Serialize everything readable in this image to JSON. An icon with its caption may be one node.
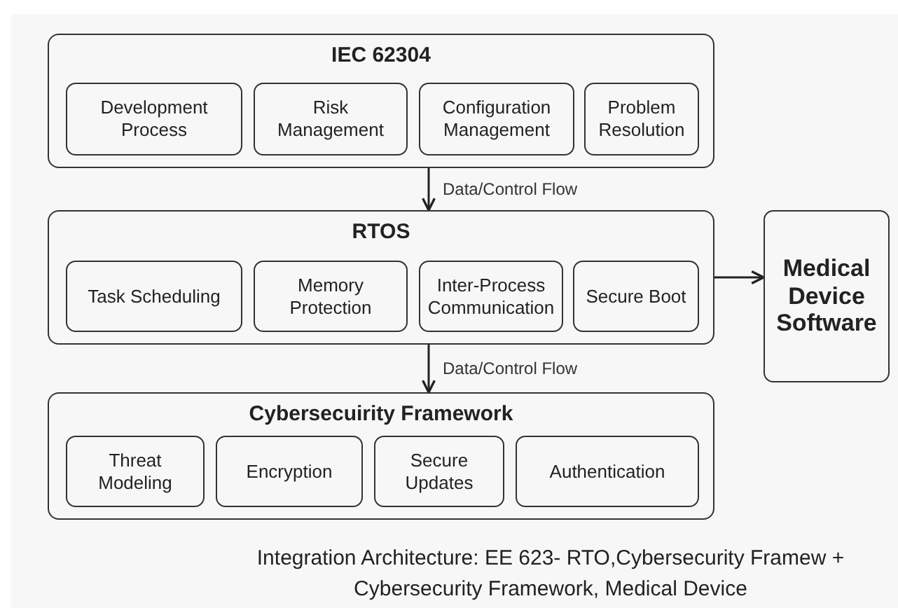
{
  "diagram": {
    "caption": "Integration Architecture: EE 623- RTO,Cybersecurity Framew + Cybersecurity Framework, Medical Device",
    "nodes": [
      {
        "text": [
          "IEC 62304"
        ]
      },
      {
        "text": [
          "Development Process"
        ],
        "in": 0
      },
      {
        "text": [
          "Risk Management"
        ],
        "in": 0
      },
      {
        "text": [
          "Configuration Management"
        ],
        "in": 0
      },
      {
        "text": [
          "Problem Resolution"
        ],
        "in": 0
      },
      {
        "text": [
          "RTOS"
        ]
      },
      {
        "text": [
          "Task Scheduling"
        ],
        "in": 5
      },
      {
        "text": [
          "Memory Protection"
        ],
        "in": 5
      },
      {
        "text": [
          "Inter-Process Communication"
        ],
        "in": 5
      },
      {
        "text": [
          "Secure Boot"
        ],
        "in": 5
      },
      {
        "text": [
          "Medical Device Software"
        ]
      },
      {
        "text": [
          "Cybersecuirity Framework"
        ]
      },
      {
        "text": [
          "Threat Modeling"
        ],
        "in": 11
      },
      {
        "text": [
          "Encryption"
        ],
        "in": 11
      },
      {
        "text": [
          "Secure Updates"
        ],
        "in": 11
      },
      {
        "text": [
          "Authentication"
        ],
        "in": 11
      }
    ],
    "edges": [
      {
        "from": 0,
        "to": 5,
        "arrow": "to",
        "label": "Data/Control Flow"
      },
      {
        "from": 5,
        "to": 11,
        "arrow": "to",
        "label": "Data/Control Flow"
      },
      {
        "from": 5,
        "to": 10,
        "arrow": "to"
      }
    ]
  }
}
